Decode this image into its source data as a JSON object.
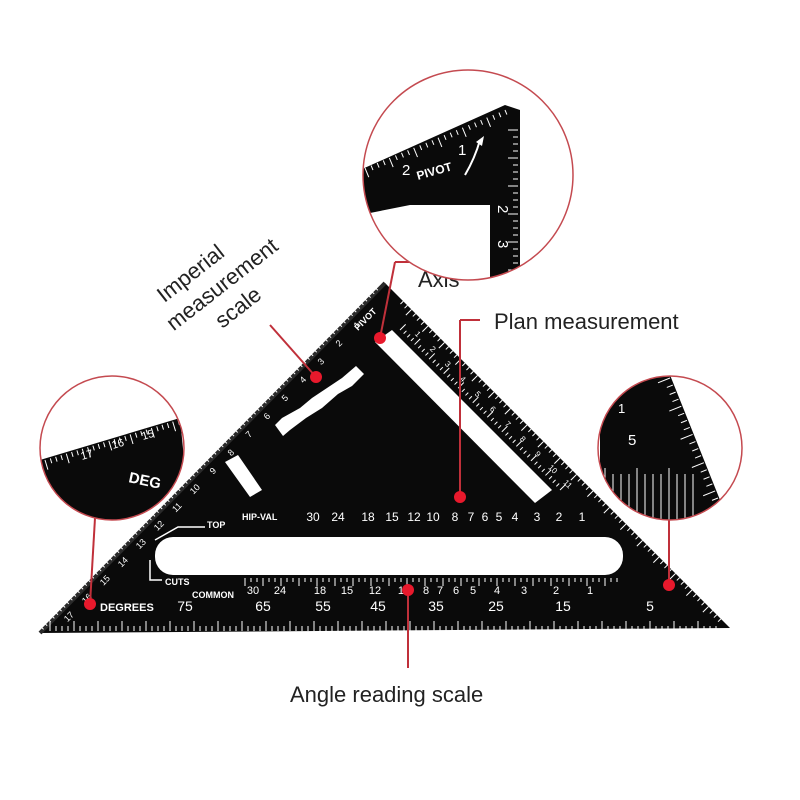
{
  "callouts": {
    "imperial_line1": "Imperial",
    "imperial_line2": "measurement",
    "imperial_line3": "scale",
    "axis": "Axis",
    "plan": "Plan measurement",
    "angle": "Angle reading scale"
  },
  "tool": {
    "pivot": "PIVOT",
    "hip_val": "HIP-VAL",
    "top": "TOP",
    "cuts": "CUTS",
    "common": "COMMON",
    "degrees": "DEGREES",
    "upper_scale": [
      "30",
      "24",
      "18",
      "15",
      "12",
      "10",
      "8",
      "7",
      "6",
      "5",
      "4",
      "3",
      "2",
      "1"
    ],
    "lower_scale": [
      "30",
      "24",
      "18",
      "15",
      "12",
      "10",
      "8",
      "7",
      "6",
      "5",
      "4",
      "3",
      "2",
      "1"
    ],
    "degree_scale": [
      "75",
      "65",
      "55",
      "45",
      "35",
      "25",
      "15",
      "5"
    ],
    "hyp_scale": [
      "1",
      "2",
      "3",
      "4",
      "5",
      "6",
      "7",
      "8",
      "9",
      "10",
      "11",
      "12",
      "13",
      "14",
      "15",
      "16",
      "17"
    ],
    "plan_scale": [
      "1",
      "2",
      "3",
      "4",
      "5",
      "6",
      "7",
      "8",
      "9",
      "10",
      "11"
    ]
  },
  "zoom_top": {
    "pivot": "PIVOT",
    "labels": [
      "2",
      "1",
      "2",
      "3"
    ]
  },
  "zoom_left": {
    "deg": "DEG",
    "labels": [
      "17",
      "16",
      "15"
    ]
  },
  "zoom_right": {
    "labels": [
      "1",
      "5"
    ]
  },
  "colors": {
    "tool": "#0a0a0a",
    "marker": "#e8192c",
    "callout_line": "#c0303a",
    "circle": "#c44a50"
  }
}
